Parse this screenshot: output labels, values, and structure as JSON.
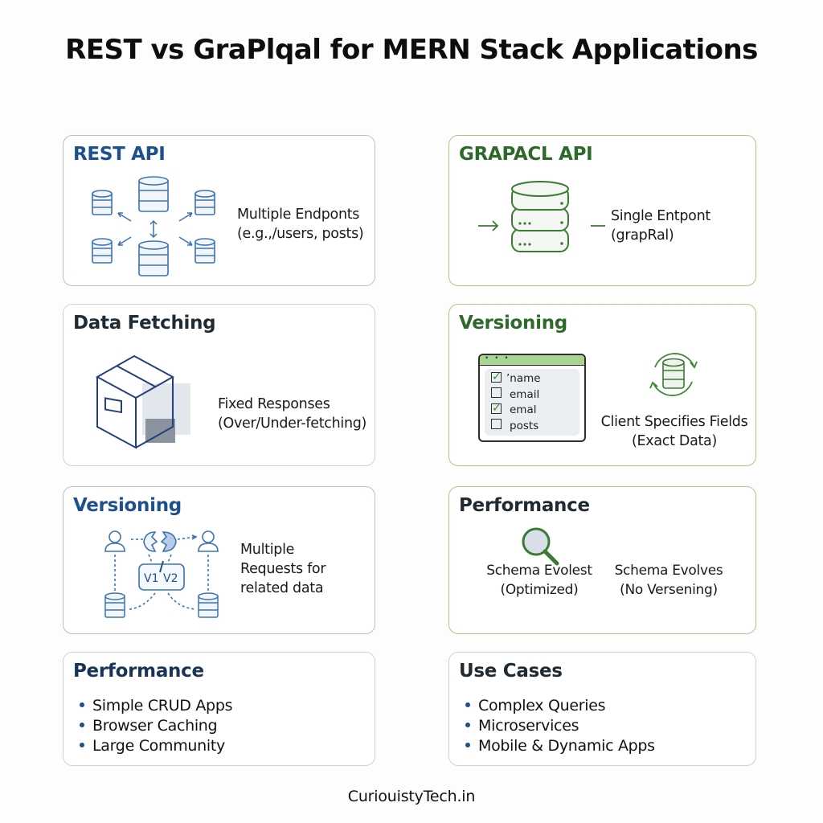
{
  "title": "REST vs GraPlqal for MERN Stack Applications",
  "colors": {
    "rest_blue": "#1e4f8f",
    "graphql_green": "#2d6a2a",
    "blue_border": "#a9c4e0",
    "green_border": "#9fd08a"
  },
  "left_column": {
    "cards": [
      {
        "title": "REST API",
        "icon": "multiple-databases-with-arrows-icon",
        "description_lines": [
          "Multiple Endponts",
          "(e.g.,/users, posts)"
        ]
      },
      {
        "title": "Data Fetching",
        "icon": "box-icon",
        "description_lines": [
          "Fixed Responses",
          "(Over/Under-fetching)"
        ]
      },
      {
        "title": "Versioning",
        "icon": "users-versions-v1-v2-icon",
        "icon_labels": [
          "V1",
          "V2"
        ],
        "description_lines": [
          "Multiple",
          "Requests for",
          "related data"
        ]
      },
      {
        "title": "Performance",
        "bullets": [
          "Simple CRUD Apps",
          "Browser Caching",
          "Large Community"
        ]
      }
    ]
  },
  "right_column": {
    "cards": [
      {
        "title": "GRAPACL API",
        "icon": "single-database-icon",
        "description_lines": [
          "Single Entpont",
          "(grapRal)"
        ]
      },
      {
        "title": "Versioning",
        "icon": "field-selection-window-icon",
        "fields": [
          {
            "label": "’name",
            "checked": true
          },
          {
            "label": "email",
            "checked": false
          },
          {
            "label": "emal",
            "checked": true
          },
          {
            "label": "posts",
            "checked": false
          }
        ],
        "secondary_icon": "database-sync-icon",
        "description_lines": [
          "Client Specifies Fields",
          "(Exact Data)"
        ]
      },
      {
        "title": "Performance",
        "icon": "magnifier-icon",
        "items": [
          {
            "lines": [
              "Schema Evolest",
              "(Optimized)"
            ]
          },
          {
            "lines": [
              "Schema Evolves",
              "(No Versening)"
            ]
          }
        ]
      },
      {
        "title": "Use Cases",
        "bullets": [
          "Complex Queries",
          "Microservices",
          "Mobile & Dynamic Apps"
        ]
      }
    ]
  },
  "footer": "CuriouistyTech.in"
}
